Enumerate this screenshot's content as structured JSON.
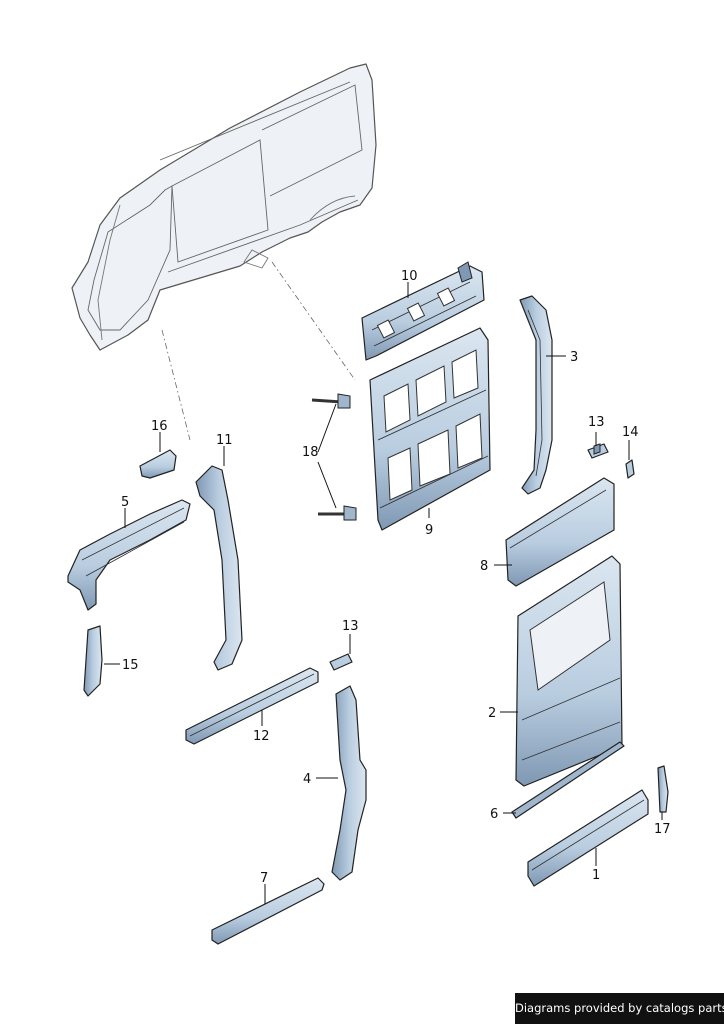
{
  "credit": "Diagrams provided by catalogs parts",
  "callouts": [
    "1",
    "2",
    "3",
    "4",
    "5",
    "6",
    "7",
    "8",
    "9",
    "10",
    "11",
    "12",
    "13",
    "13",
    "14",
    "15",
    "16",
    "17",
    "18"
  ],
  "colors": {
    "part_fill": "#b9cde0",
    "part_dark": "#7f98b3",
    "part_light": "#dbe6f0",
    "body_fill": "#eef2f6",
    "line": "#222222"
  }
}
